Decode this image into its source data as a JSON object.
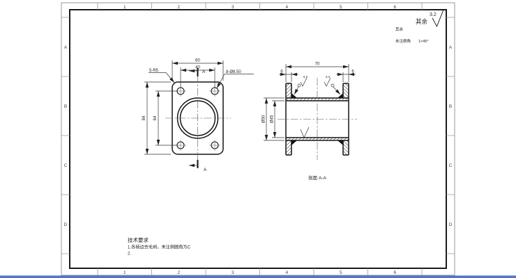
{
  "frame": {
    "top_zones": [
      "1",
      "2",
      "3",
      "4",
      "5",
      "6"
    ],
    "bottom_zones": [
      "1",
      "2",
      "3",
      "4",
      "5",
      "6"
    ],
    "left_zones": [
      "A",
      "B",
      "C",
      "D"
    ],
    "right_zones": [
      "A",
      "B",
      "C",
      "D"
    ]
  },
  "notes": {
    "rest_label": "其余",
    "rest_value": "3.2",
    "rest_label_small": "其余",
    "chamfer_label": "未注倒角",
    "chamfer_value": "1×45°"
  },
  "front_view": {
    "dim_top_outer": "60",
    "dim_top_inner": "40",
    "dim_left_outer": "84",
    "dim_left_inner": "64",
    "corner_label": "5-R5",
    "holes_label": "8-Ø8.50",
    "section_letter": "A"
  },
  "section_view": {
    "title": "剖面 A-A",
    "dim_length": "70",
    "dim_flange": "6",
    "dim_outer": "Ø50",
    "dim_bore": "Ø45",
    "rough_value": "6.3"
  },
  "tech_requirements": {
    "title": "技术要求",
    "line1": "1.各棱边去毛刺，未注倒圆角为C",
    "line2": "2."
  },
  "colors": {
    "line": "#141414",
    "dim": "#333333",
    "frame": "#1a1a1a",
    "outer": "#9a9a9a",
    "bar": "#5372d4"
  }
}
